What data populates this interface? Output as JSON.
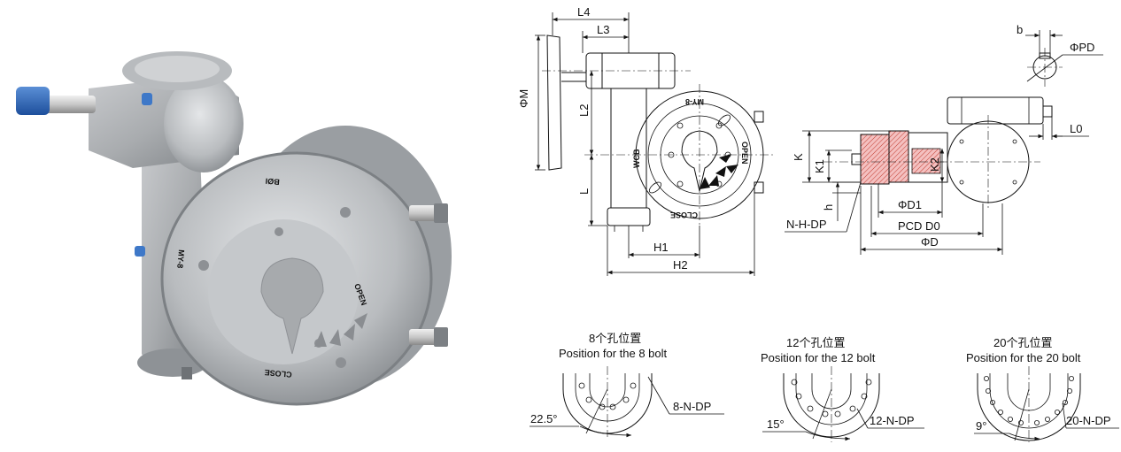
{
  "photo": {
    "casting_marks": [
      "OPEN",
      "CLOSE",
      "MY-8",
      "BØІ"
    ]
  },
  "front_view": {
    "dims": {
      "L4": "L4",
      "L3": "L3",
      "PhiM": "ΦM",
      "L2": "L2",
      "L": "L",
      "H1": "H1",
      "H2": "H2"
    },
    "marks": {
      "open": "OPEN",
      "close": "CLOSE",
      "model": "MY-8",
      "material": "WCB"
    }
  },
  "side_view": {
    "dims": {
      "b": "b",
      "PhiPD": "ΦPD",
      "L0": "L0",
      "K": "K",
      "K1": "K1",
      "K2": "K2",
      "h": "h",
      "PhiD1": "ΦD1",
      "NHDP": "N-H-DP",
      "PCD_D0": "PCD D0",
      "PhiD": "ΦD"
    }
  },
  "bolt_patterns": [
    {
      "title_cn": "8个孔位置",
      "title_en": "Position for the 8 bolt",
      "angle": "22.5°",
      "callout": "8-N-DP"
    },
    {
      "title_cn": "12个孔位置",
      "title_en": "Position for the 12 bolt",
      "angle": "15°",
      "callout": "12-N-DP"
    },
    {
      "title_cn": "20个孔位置",
      "title_en": "Position for the 20 bolt",
      "angle": "9°",
      "callout": "20-N-DP"
    }
  ]
}
